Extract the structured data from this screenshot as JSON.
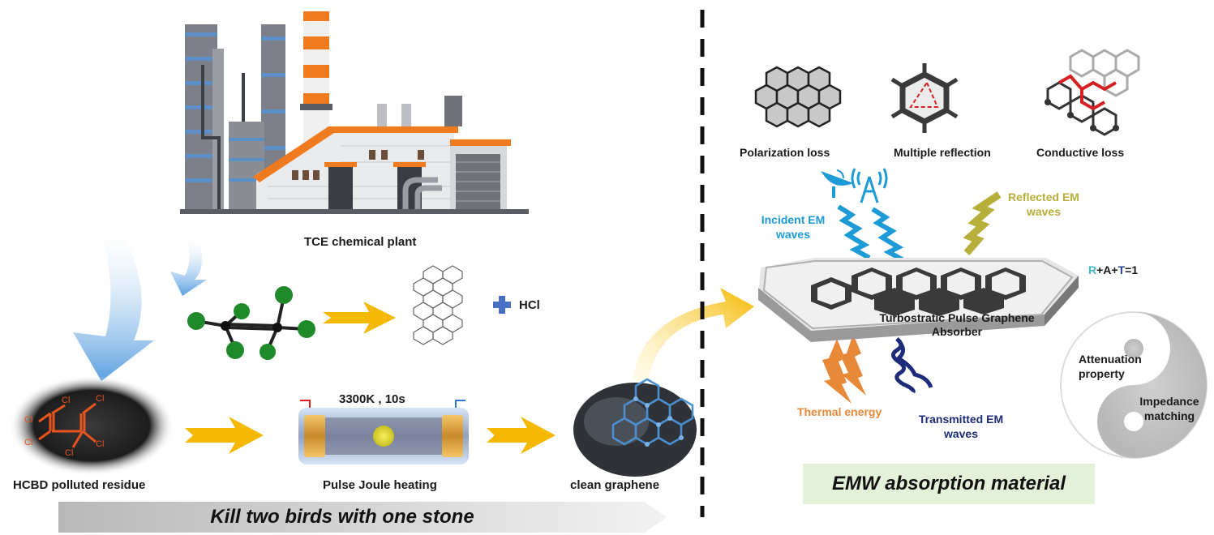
{
  "left": {
    "plant_label": "TCE chemical plant",
    "residue_label": "HCBD polluted residue",
    "heating_label": "Pulse Joule heating",
    "graphene_label": "clean graphene",
    "condition_label": "3300K , 10s",
    "hcl_label": "HCl",
    "cl_atom_label": "Cl",
    "banner_text": "Kill two birds with one stone"
  },
  "right": {
    "polarization_label": "Polarization loss",
    "reflection_label": "Multiple reflection",
    "conductive_label": "Conductive loss",
    "incident_label_1": "Incident EM",
    "incident_label_2": "waves",
    "reflected_label_1": "Reflected EM",
    "reflected_label_2": "waves",
    "equation": {
      "r": "R",
      "plus1": "+A+",
      "t": "T",
      "rest": "=1"
    },
    "absorber_label_1": "Turbostratic Pulse Graphene",
    "absorber_label_2": "Absorber",
    "thermal_label": "Thermal energy",
    "transmitted_label_1": "Transmitted EM",
    "transmitted_label_2": "waves",
    "attenuation_label_1": "Attenuation",
    "attenuation_label_2": "property",
    "impedance_label_1": "Impedance",
    "impedance_label_2": "matching",
    "emw_text": "EMW absorption material"
  },
  "colors": {
    "arrow_yellow": "#f5b800",
    "incident_blue": "#1e9bd7",
    "reflected_olive": "#b8ae3a",
    "thermal_orange": "#e8893a",
    "transmitted_navy": "#1e2a7a",
    "cl_green": "#1f8a2a",
    "emw_box": "#e4f1d9",
    "equation_r": "#3bb8c4",
    "equation_t": "#2a3c9a"
  }
}
